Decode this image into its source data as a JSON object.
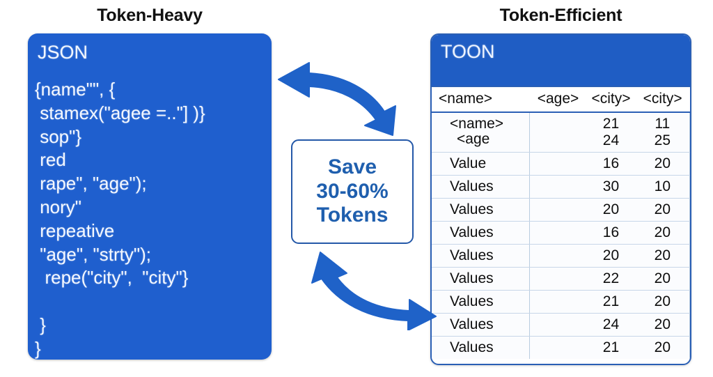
{
  "headings": {
    "left": "Token-Heavy",
    "right": "Token-Efficient"
  },
  "json_panel": {
    "label": "JSON",
    "code": "{name\"\", {\n stamex(\"agee =..\"] )}\n sop\"}\n red\n rape\", \"age\");\n nory\"\n repeative\n \"age\", \"strty\");\n  repe(\"city\",  \"city\"}\n\n }\n}"
  },
  "save_badge": {
    "line1": "Save",
    "line2": "30-60%",
    "line3": "Tokens"
  },
  "toon_panel": {
    "label": "TOON",
    "columns": [
      "<name>",
      "<age>",
      "<city>",
      "<city>"
    ],
    "rows": [
      {
        "name_line1": "<name>",
        "name_line2": "<age",
        "age": "",
        "city1": "21",
        "city2": "11",
        "city1_b": "24",
        "city2_b": "25"
      },
      {
        "name": "Value",
        "age": "",
        "city1": "16",
        "city2": "20"
      },
      {
        "name": "Values",
        "age": "",
        "city1": "30",
        "city2": "10"
      },
      {
        "name": "Values",
        "age": "",
        "city1": "20",
        "city2": "20"
      },
      {
        "name": "Values",
        "age": "",
        "city1": "16",
        "city2": "20"
      },
      {
        "name": "Values",
        "age": "",
        "city1": "20",
        "city2": "20"
      },
      {
        "name": "Values",
        "age": "",
        "city1": "22",
        "city2": "20"
      },
      {
        "name": "Values",
        "age": "",
        "city1": "21",
        "city2": "20"
      },
      {
        "name": "Values",
        "age": "",
        "city1": "24",
        "city2": "20"
      },
      {
        "name": "Values",
        "age": "",
        "city1": "21",
        "city2": "20"
      }
    ]
  },
  "arrows": {
    "top": "curved-double-arrow-left-down",
    "bottom": "curved-double-arrow-up-right"
  },
  "colors": {
    "panel_blue": "#1f5fce",
    "toon_header_blue": "#1f5dc4",
    "accent_blue": "#1f5fae",
    "border_blue": "#2a5fb5",
    "arrow_blue": "#1f62c8",
    "text_dark": "#111111",
    "panel_text": "#f4f8ff"
  }
}
